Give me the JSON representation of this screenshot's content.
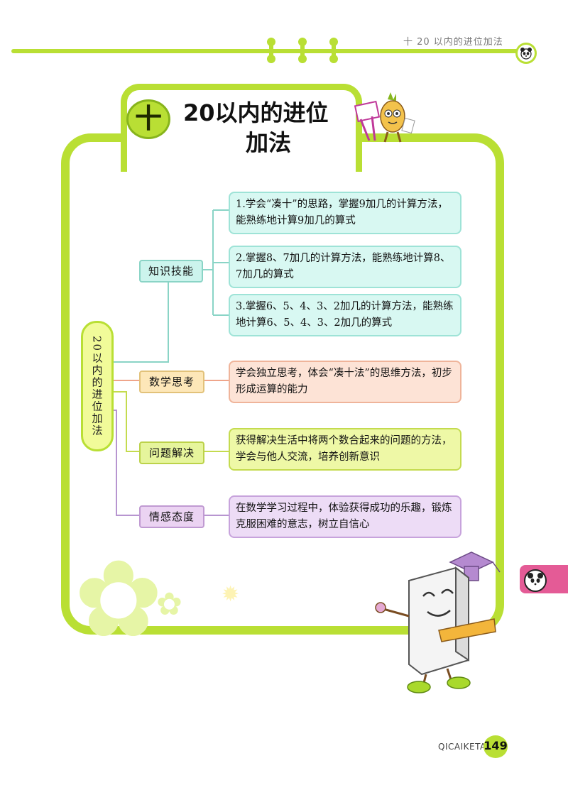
{
  "header": {
    "running_head": "十   20 以内的进位加法"
  },
  "title": {
    "badge": "十",
    "line1": "20以内的进位",
    "line2": "加法"
  },
  "mindmap": {
    "root": "20以内的进位加法",
    "categories": [
      {
        "label": "知识技能",
        "items": [
          "1.学会“凑十”的思路，掌握9加几的计算方法，能熟练地计算9加几的算式",
          "2.掌握8、7加几的计算方法，能熟练地计算8、7加几的算式",
          "3.掌握6、5、4、3、2加几的计算方法，能熟练地计算6、5、4、3、2加几的算式"
        ]
      },
      {
        "label": "数学思考",
        "items": [
          "学会独立思考，体会“凑十法”的思维方法，初步形成运算的能力"
        ]
      },
      {
        "label": "问题解决",
        "items": [
          "获得解决生活中将两个数合起来的问题的方法，学会与他人交流，培养创新意识"
        ]
      },
      {
        "label": "情感态度",
        "items": [
          "在数学学习过程中，体验获得成功的乐趣，锻炼克服困难的意志，树立自信心"
        ]
      }
    ]
  },
  "footer": {
    "brand": "QICAIKETANG",
    "page_number": "149"
  },
  "colors": {
    "accent_green": "#b9df34",
    "knowledge": "#d8f8f2",
    "thinking": "#fde3d6",
    "problem": "#eef8a6",
    "attitude": "#eddcf6",
    "side_tab": "#e45b96"
  }
}
